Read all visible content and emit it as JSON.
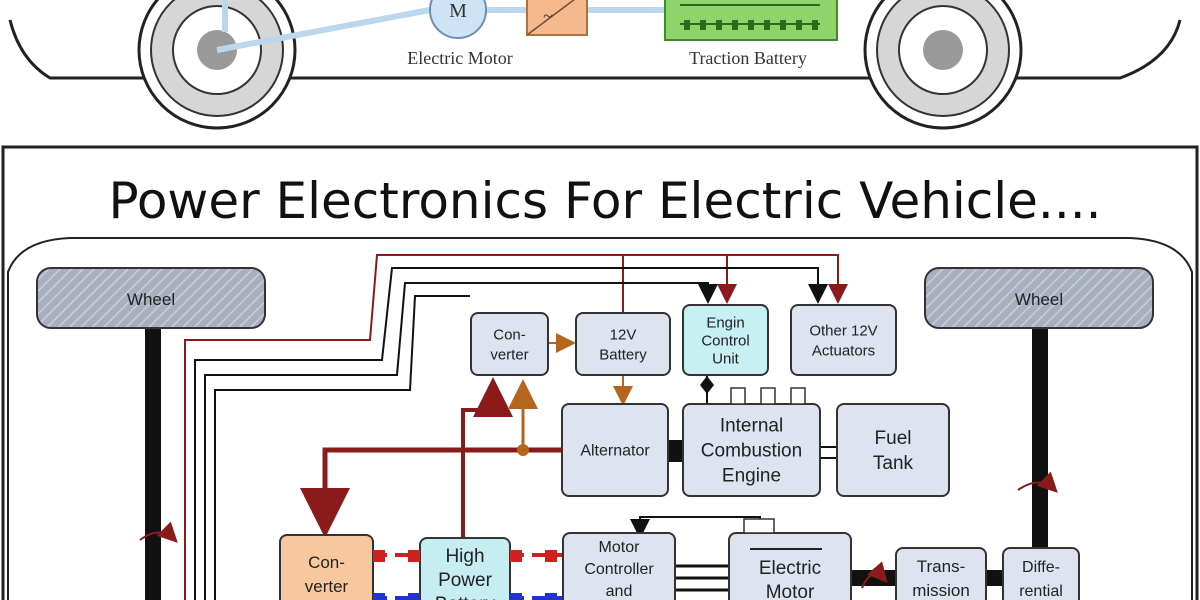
{
  "top_car": {
    "motor_symbol": "M",
    "inverter_symbol": "~",
    "motor_label": "Electric Motor",
    "battery_label": "Traction Battery"
  },
  "title": "Power Electronics For Electric Vehicle....",
  "wheels": {
    "left": "Wheel",
    "right": "Wheel"
  },
  "blocks": {
    "converter_small": [
      "Con-",
      "verter"
    ],
    "battery_12v": [
      "12V",
      "Battery"
    ],
    "ecu": [
      "Engin",
      "Control",
      "Unit"
    ],
    "actuators": [
      "Other 12V",
      "Actuators"
    ],
    "alternator": [
      "Alternator"
    ],
    "ice": [
      "Internal",
      "Combustion",
      "Engine"
    ],
    "fuel_tank": [
      "Fuel",
      "Tank"
    ],
    "converter_big": [
      "Con-",
      "verter"
    ],
    "hp_battery": [
      "High",
      "Power",
      "Battery"
    ],
    "motor_controller": [
      "Motor",
      "Controller",
      "and"
    ],
    "electric_motor": [
      "Electric",
      "Motor"
    ],
    "transmission": [
      "Trans-",
      "mission"
    ],
    "differential": [
      "Diffe-",
      "rential"
    ]
  },
  "colors": {
    "block_fill": "#dde3ef",
    "ecu_fill": "#c7f0f2",
    "converter_fill": "#f9c79d",
    "hp_battery_fill": "#c6eef2",
    "dark_red": "#8b1a1a",
    "brown": "#b5651d",
    "battery_green": "#8fd36b",
    "positive": "#d21f1f",
    "negative": "#1f33d2"
  }
}
